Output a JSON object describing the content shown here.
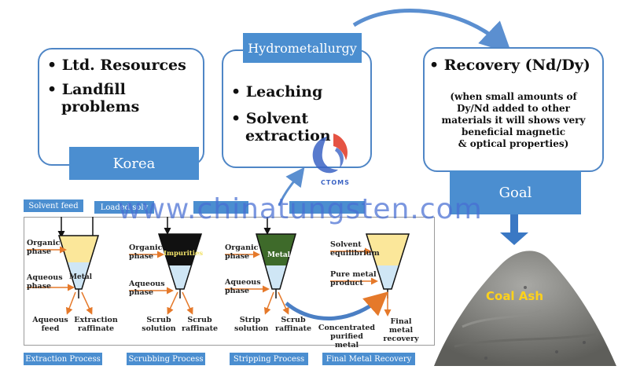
{
  "korea_box": {
    "bullets": [
      "Ltd. Resources",
      "Landfill problems"
    ],
    "label": "Korea"
  },
  "hydro_box": {
    "title": "Hydrometallurgy",
    "bullets": [
      "Leaching",
      "Solvent extraction"
    ]
  },
  "goal_box": {
    "bullet": "Recovery (Nd/Dy)",
    "note": [
      "(when small amounts of",
      "Dy/Nd added to other",
      "materials it will shows very",
      "beneficial magnetic",
      "& optical properties)"
    ],
    "label": "Goal"
  },
  "feeds": {
    "solvent_feed": "Solvent feed",
    "loaded_solvent": "Loaded solv"
  },
  "process": {
    "extraction": {
      "organic": "Organic phase",
      "aqueous": "Aqueous phase",
      "metal": "Metal",
      "aqueous_feed": "Aqueous feed",
      "raffinate": "Extraction raffinate",
      "label": "Extraction Process"
    },
    "scrubbing": {
      "organic": "Organic phase",
      "aqueous": "Aqueous phase",
      "impurities": "Impurities",
      "solution": "Scrub solution",
      "raffinate": "Scrub raffinate",
      "label": "Scrubbing Process"
    },
    "stripping": {
      "organic": "Organic phase",
      "aqueous": "Aqueous phase",
      "metal": "Metal",
      "solution": "Strip solution",
      "raffinate": "Scrub raffinate",
      "label": "Stripping Process"
    },
    "recovery": {
      "equilibrium": "Solvent equilibrium",
      "pure": "Pure metal product",
      "concentrated": "Concentrated purified metal",
      "final": "Final metal recovery",
      "label": "Final Metal Recovery"
    }
  },
  "coal_ash": "Coal Ash",
  "watermark": "www.chinatungsten.com",
  "logo_text": "CTOMS",
  "colors": {
    "accent": "#4b8ed0",
    "box_border": "#4f86c6",
    "organic": "#fbe79a",
    "aqueous": "#cfe6f5",
    "impurities": "#111111",
    "metal_strip": "#3e6a2a",
    "coal_label": "#ffd21a"
  }
}
